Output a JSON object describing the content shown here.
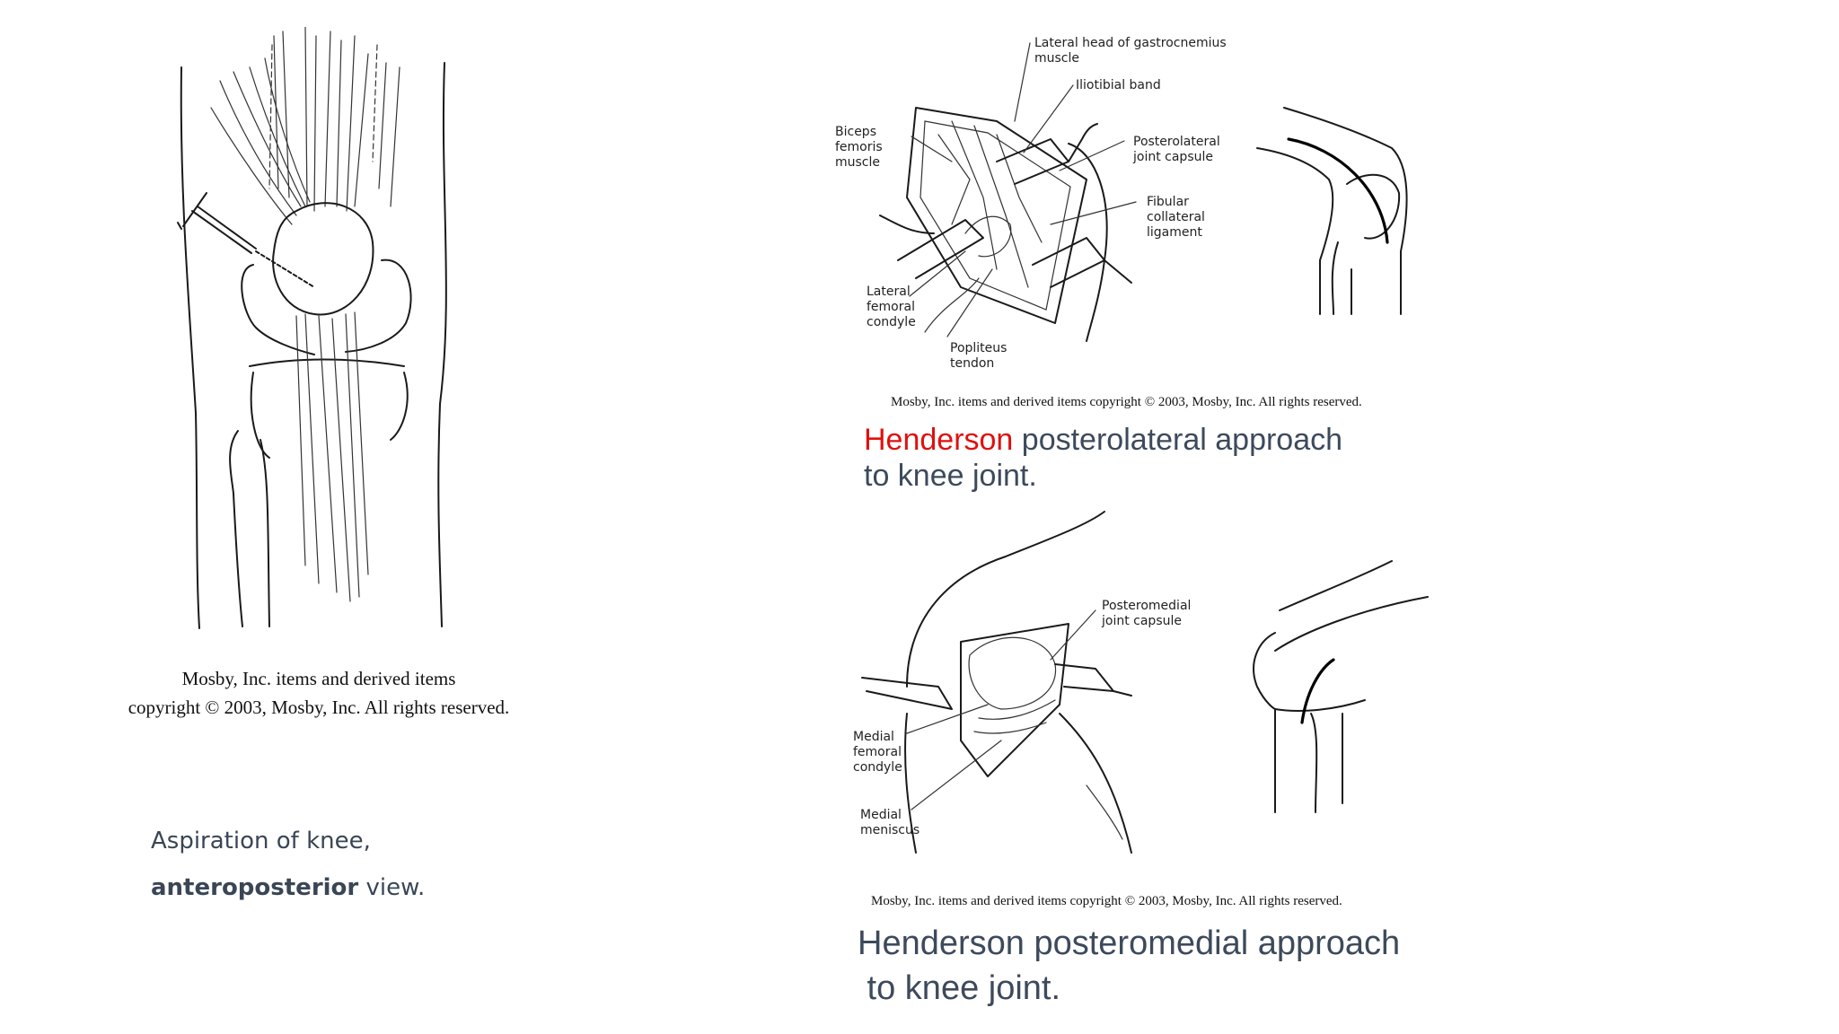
{
  "left_figure": {
    "copyright_line1": "Mosby, Inc. items and derived items",
    "copyright_line2": "copyright © 2003, Mosby, Inc. All rights reserved.",
    "caption_line1": "Aspiration of knee,",
    "caption_bold": "anteroposterior",
    "caption_rest": " view."
  },
  "top_right_figure": {
    "labels": {
      "gastrocnemius": "Lateral head of gastrocnemius\nmuscle",
      "iliotibial": "Iliotibial band",
      "biceps": "Biceps\nfemoris\nmuscle",
      "capsule": "Posterolateral\njoint capsule",
      "fibular": "Fibular\ncollateral\nligament",
      "condyle": "Lateral\nfemoral\ncondyle",
      "popliteus": "Popliteus\ntendon"
    },
    "copyright": "Mosby, Inc. items and derived items copyright © 2003, Mosby, Inc. All rights reserved.",
    "caption_highlight": "Henderson",
    "caption_rest_line1": " posterolateral approach",
    "caption_line2": "to knee joint.",
    "highlight_color": "#e01010"
  },
  "bottom_right_figure": {
    "labels": {
      "capsule": "Posteromedial\njoint capsule",
      "condyle": "Medial\nfemoral\ncondyle",
      "meniscus": "Medial\nmeniscus"
    },
    "copyright": "Mosby, Inc. items and derived items copyright © 2003, Mosby, Inc. All rights reserved.",
    "caption_line1": "Henderson posteromedial approach",
    "caption_line2": " to knee joint."
  }
}
